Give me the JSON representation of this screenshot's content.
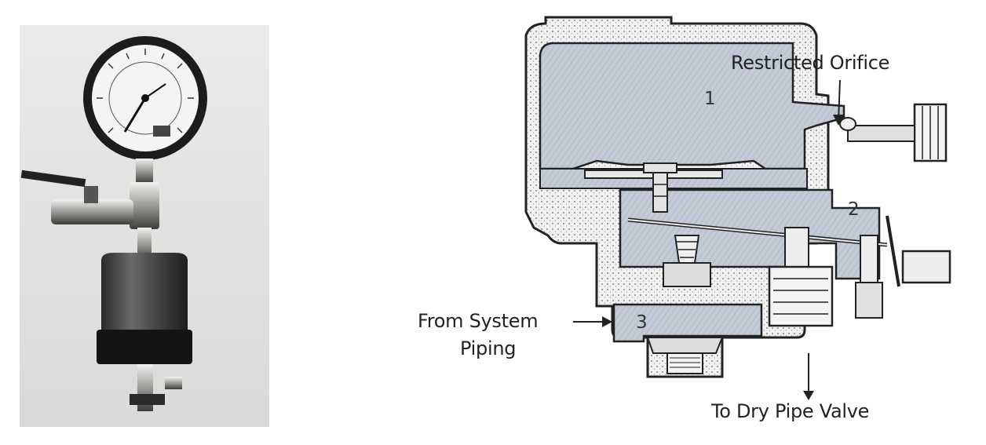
{
  "diagram": {
    "labels": {
      "restricted_orifice": "Restricted Orifice",
      "from_system_piping_line1": "From System",
      "from_system_piping_line2": "Piping",
      "to_dry_pipe_valve": "To Dry Pipe Valve"
    },
    "chambers": {
      "chamber_1": "1",
      "chamber_2": "2",
      "chamber_3": "3"
    }
  },
  "photo": {
    "icon": "pressure-gauge-accelerator-photo"
  }
}
